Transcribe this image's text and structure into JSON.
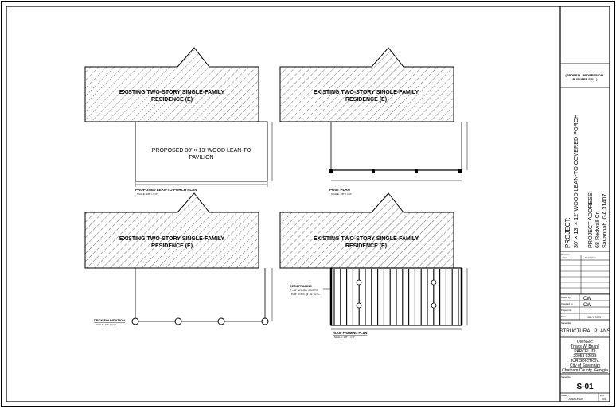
{
  "plans": {
    "house_label_line1": "EXISTING TWO-STORY SINGLE-FAMILY",
    "house_label_line2": "RESIDENCE (E)",
    "pavilion_label_line1": "PROPOSED 30' × 13' WOOD LEAN-TO",
    "pavilion_label_line2": "PAVILION",
    "plan1_title": "PROPOSED LEAN-TO PORCH PLAN",
    "plan2_title": "POST PLAN",
    "plan3_title": "DECK FOUNDATION",
    "plan4_title": "ROOF FRAMING PLAN",
    "scale_note": "SCALE: 1/8\" = 1'-0\"",
    "deck_framing_line1": "DECK FRAMING",
    "deck_framing_line2": "2 × 8\" WOOD JOISTS",
    "deck_framing_line3": "/ RAFTERS @ 16\" O.C."
  },
  "title_block": {
    "seal_line1": "(SPORELL PROFFSSIOLL",
    "seal_line2": "PUSUFFE SFLL)",
    "project_line1": "PROJECT:",
    "project_line2": "30' × 13' × 12' WOOD LEAN-TO COVERED PORCH",
    "address_line1": "PROJECT ADDRESS:",
    "address_line2": "68 Redwall Cr.",
    "address_line3": "Savannah, GA 31407",
    "revisions_label": "Revision",
    "rev_date_col": "Date",
    "rev_desc_col": "Description",
    "drawn_by_label": "Drawn by",
    "drawn_by": "CW",
    "checked_by_label": "Checked by",
    "checked_by": "CW",
    "project_no_label": "Project No.",
    "project_no": "",
    "date_label": "Date",
    "date": "JULY 2023",
    "sheet_title_label": "Sheet title",
    "sheet_title": "STRUCTURAL PLANS",
    "owner_label": "OWNER:",
    "owner": "Travis W. Beard",
    "parcel_label": "PARCEL ID:",
    "parcel": "20053 02033",
    "jurisdiction_label": "JURISDICTION:",
    "jurisdiction_line1": "City of Savannah",
    "jurisdiction_line2": "Chatham County, Georgia",
    "sheet_no_label": "Sheet No.",
    "sheet_no": "S-01",
    "scale_label": "Scale",
    "scale_value": "JUNIFORDR",
    "rev_label": "Rev",
    "rev_value": "001"
  }
}
